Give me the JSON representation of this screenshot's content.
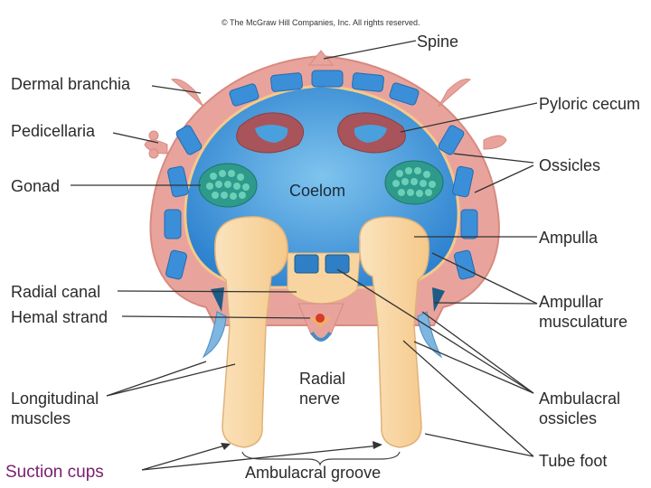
{
  "copyright": "© The McGraw Hill Companies, Inc. All rights reserved.",
  "labels": {
    "spine": "Spine",
    "dermal_branchia": "Dermal branchia",
    "pedicellaria": "Pedicellaria",
    "gonad": "Gonad",
    "coelom": "Coelom",
    "pyloric_cecum": "Pyloric cecum",
    "ossicles": "Ossicles",
    "ampulla": "Ampulla",
    "radial_canal": "Radial canal",
    "hemal_strand": "Hemal strand",
    "ampullar_musculature": "Ampullar musculature",
    "radial_nerve": "Radial nerve",
    "longitudinal_muscles": "Longitudinal muscles",
    "ambulacral_ossicles": "Ambulacral ossicles",
    "suction_cups": "Suction cups",
    "ambulacral_groove": "Ambulacral groove",
    "tube_foot": "Tube foot"
  },
  "colors": {
    "body_wall": "#e8a49c",
    "coelom": "#3a8fd8",
    "ossicle": "#2f7fc6",
    "gonad": "#2e9a8c",
    "pyloric_cecum": "#a8545a",
    "tube_foot": "#f8d5a0",
    "suction_label": "#7a1d6f"
  }
}
